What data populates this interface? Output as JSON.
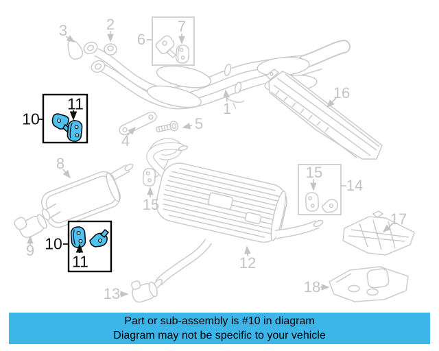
{
  "title": "Exhaust system parts diagram",
  "banner": {
    "line1": "Part or sub-assembly is #10 in diagram",
    "line2": "Diagram may not be specific to your vehicle",
    "background": "#3cb5e8",
    "text_color": "#000000"
  },
  "colors": {
    "line_art_gray": "#cbcbcb",
    "callout_gray": "#c4c4c4",
    "callout_black": "#111111",
    "highlight_part_fill": "#4ec1f0",
    "highlight_box_border": "#000000"
  },
  "callouts": [
    {
      "num": "3",
      "emphasis": false
    },
    {
      "num": "2",
      "emphasis": false
    },
    {
      "num": "6",
      "emphasis": false
    },
    {
      "num": "7",
      "emphasis": false
    },
    {
      "num": "1",
      "emphasis": false
    },
    {
      "num": "16",
      "emphasis": false
    },
    {
      "num": "10",
      "emphasis": true
    },
    {
      "num": "11",
      "emphasis": true
    },
    {
      "num": "4",
      "emphasis": false
    },
    {
      "num": "5",
      "emphasis": false
    },
    {
      "num": "8",
      "emphasis": false
    },
    {
      "num": "15",
      "emphasis": false
    },
    {
      "num": "15",
      "emphasis": false
    },
    {
      "num": "14",
      "emphasis": false
    },
    {
      "num": "12",
      "emphasis": false
    },
    {
      "num": "17",
      "emphasis": false
    },
    {
      "num": "9",
      "emphasis": false
    },
    {
      "num": "10",
      "emphasis": true
    },
    {
      "num": "11",
      "emphasis": true
    },
    {
      "num": "13",
      "emphasis": false
    },
    {
      "num": "18",
      "emphasis": false
    }
  ]
}
